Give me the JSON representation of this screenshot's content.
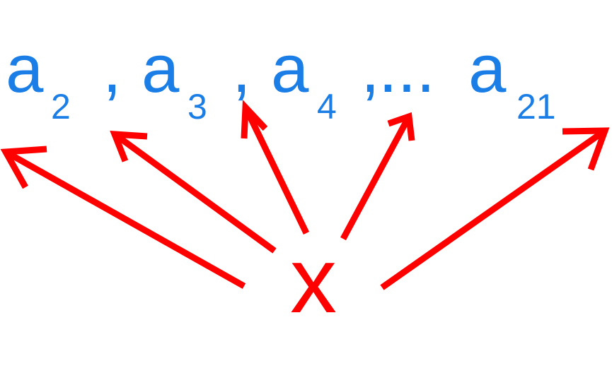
{
  "colors": {
    "sequence": "#1a7ee6",
    "arrows": "#ff0000",
    "background": "#ffffff"
  },
  "sequence": {
    "a": "a",
    "comma": ",",
    "ellipsis": "...",
    "subscripts": [
      "2",
      "3",
      "4",
      "21"
    ]
  },
  "source": {
    "label": "x"
  }
}
